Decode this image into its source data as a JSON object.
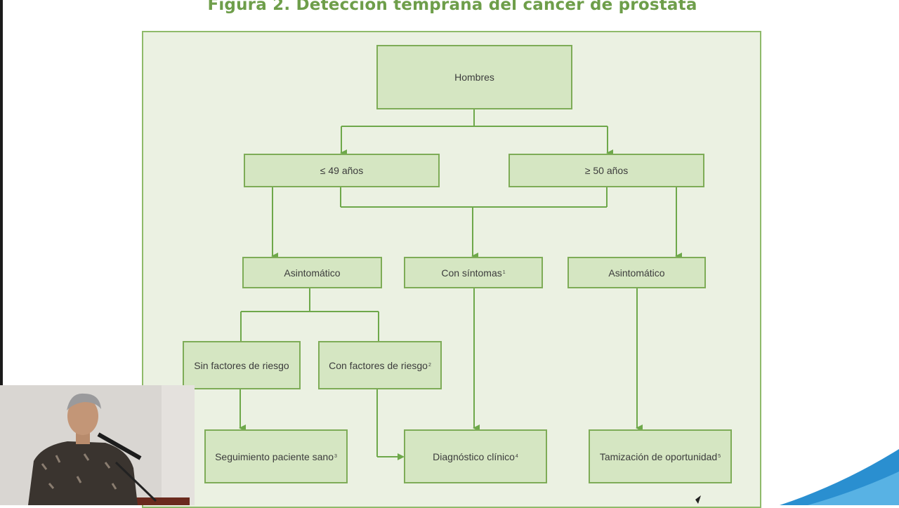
{
  "title": "Figura 2. Detección temprana del cáncer de próstata",
  "nodes": {
    "hombres": "Hombres",
    "age_le49": "≤ 49 años",
    "age_ge50": "≥ 50 años",
    "asintomatico_left": "Asintomático",
    "con_sintomas": "Con síntomas",
    "con_sintomas_note": "1",
    "asintomatico_right": "Asintomático",
    "sin_factores": "Sin factores de riesgo",
    "con_factores": "Con factores de riesgo",
    "con_factores_note": "2",
    "seguimiento": "Seguimiento paciente sano",
    "seguimiento_note": "3",
    "diagnostico": "Diagnóstico clínico",
    "diagnostico_note": "4",
    "tamizacion": "Tamización de oportunidad",
    "tamizacion_note": "5"
  },
  "colors": {
    "title": "#6e9e4a",
    "panel_bg": "#ebf1e2",
    "node_fill": "#d5e6c2",
    "node_border": "#7eac57",
    "connector": "#6ea84a",
    "accent_wave": "#2a8fd0"
  },
  "overlay": {
    "type": "webcam-video",
    "subject": "presenter with microphone"
  }
}
